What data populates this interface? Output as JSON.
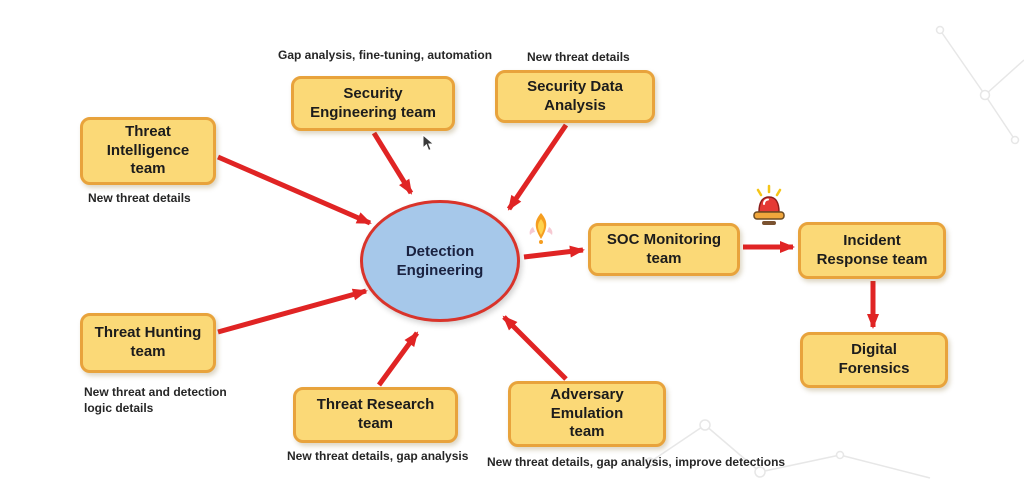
{
  "title": "Detection Engineering workflow diagram",
  "center_node": {
    "label": "Detection Engineering"
  },
  "nodes": {
    "threat_intelligence": {
      "label": "Threat Intelligence team",
      "caption": "New threat details"
    },
    "security_engineering": {
      "label": "Security Engineering team",
      "caption": "Gap analysis, fine-tuning, automation"
    },
    "security_data_analysis": {
      "label": "Security Data Analysis",
      "caption": "New threat details"
    },
    "threat_hunting": {
      "label": "Threat Hunting team",
      "caption": "New threat and detection logic details"
    },
    "threat_research": {
      "label": "Threat Research team",
      "caption": "New threat details, gap analysis"
    },
    "adversary_emulation": {
      "label": "Adversary Emulation team",
      "caption": "New threat details, gap analysis, improve detections"
    },
    "soc_monitoring": {
      "label": "SOC Monitoring team"
    },
    "incident_response": {
      "label": "Incident Response team"
    },
    "digital_forensics": {
      "label": "Digital Forensics"
    }
  },
  "edges": [
    {
      "from": "Threat Intelligence team",
      "to": "Detection Engineering"
    },
    {
      "from": "Security Engineering team",
      "to": "Detection Engineering"
    },
    {
      "from": "Security Data Analysis",
      "to": "Detection Engineering"
    },
    {
      "from": "Threat Hunting team",
      "to": "Detection Engineering"
    },
    {
      "from": "Threat Research team",
      "to": "Detection Engineering"
    },
    {
      "from": "Adversary Emulation team",
      "to": "Detection Engineering"
    },
    {
      "from": "Detection Engineering",
      "to": "SOC Monitoring team"
    },
    {
      "from": "SOC Monitoring team",
      "to": "Incident Response team"
    },
    {
      "from": "Incident Response team",
      "to": "Digital Forensics"
    }
  ],
  "icons": {
    "flame": "flame-rocket-icon",
    "siren": "siren-alarm-icon",
    "cursor": "mouse-cursor-icon"
  },
  "colors": {
    "arrow": "#E02424",
    "box_fill": "#FBD977",
    "box_border": "#E8A33C",
    "ellipse_fill": "#A6C8EA",
    "ellipse_border": "#D9342B",
    "text": "#1C1C1C"
  }
}
